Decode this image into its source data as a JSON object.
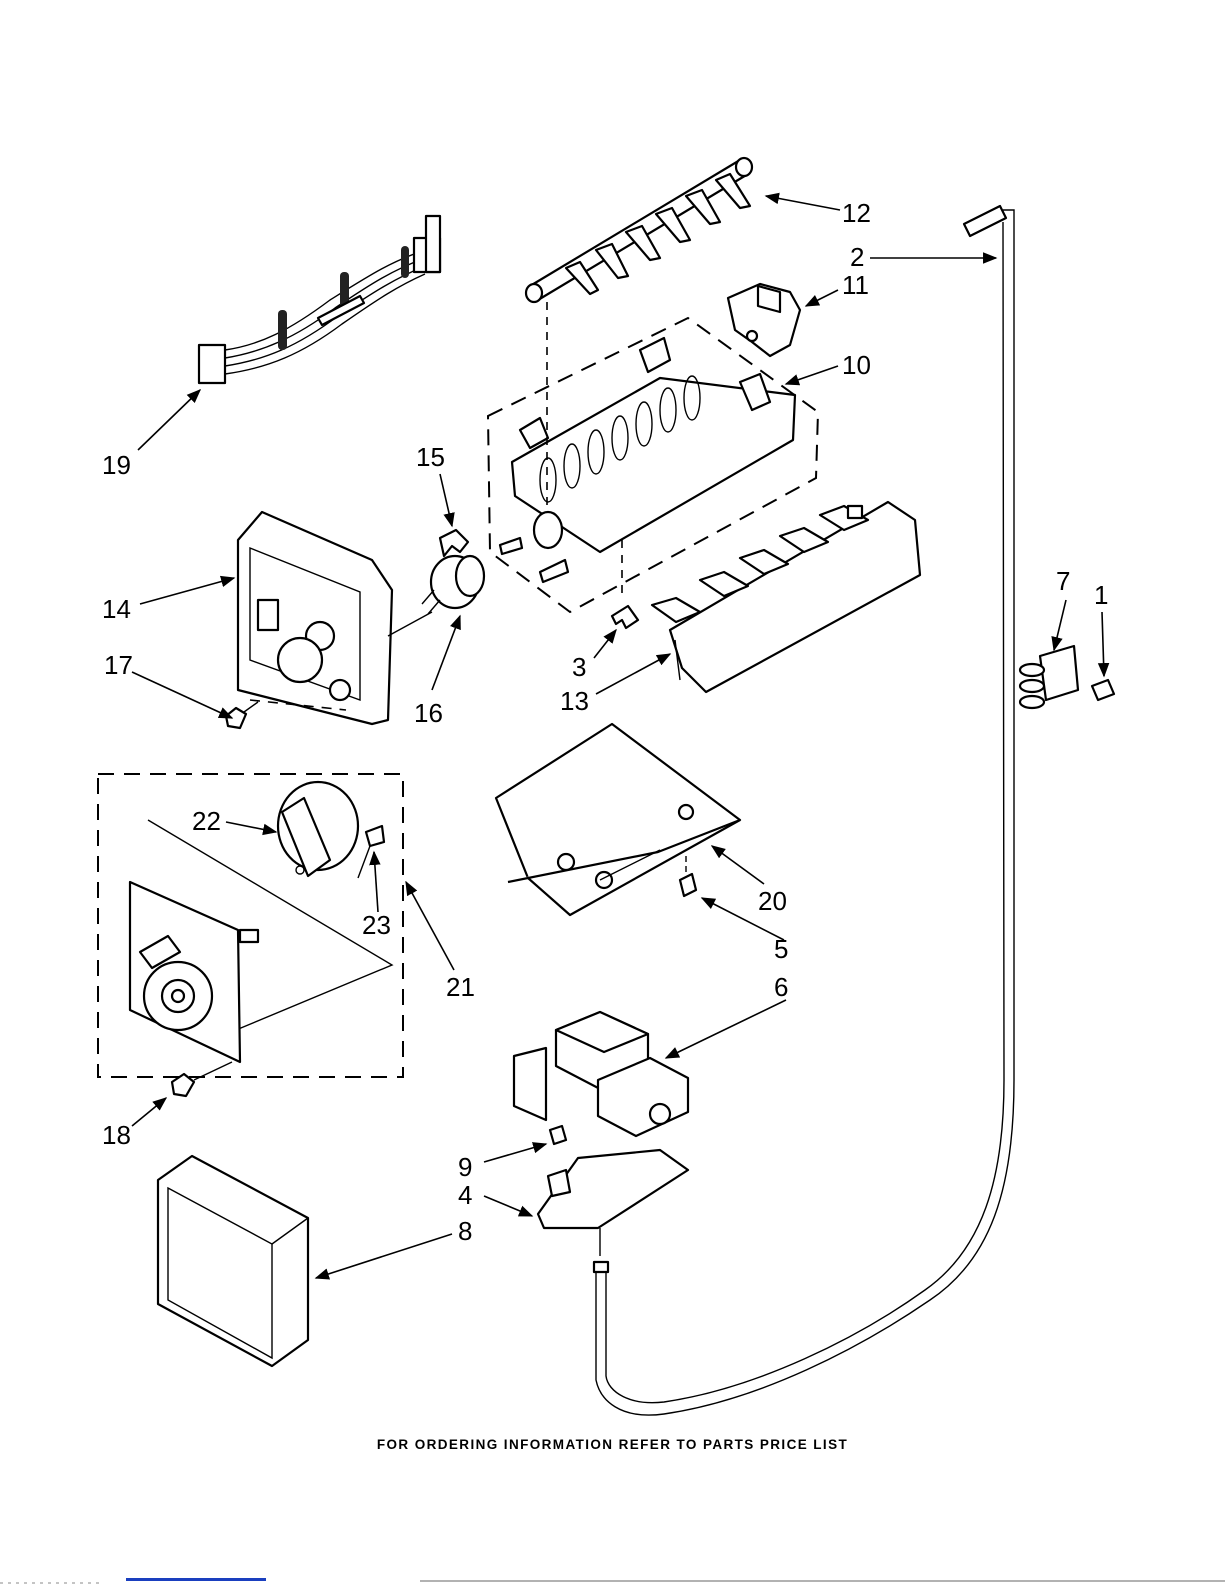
{
  "callouts": {
    "c1": "1",
    "c2": "2",
    "c3": "3",
    "c4": "4",
    "c5": "5",
    "c6": "6",
    "c7": "7",
    "c8": "8",
    "c9": "9",
    "c10": "10",
    "c11": "11",
    "c12": "12",
    "c13": "13",
    "c14": "14",
    "c15": "15",
    "c16": "16",
    "c17": "17",
    "c18": "18",
    "c19": "19",
    "c20": "20",
    "c21": "21",
    "c22": "22",
    "c23": "23"
  },
  "footer_text": "FOR ORDERING INFORMATION REFER TO PARTS PRICE LIST"
}
